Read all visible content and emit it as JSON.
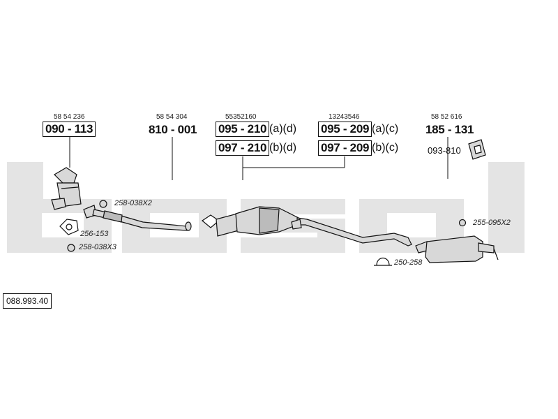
{
  "reference": "088.993.40",
  "watermark": "bosal",
  "parts": {
    "p1": {
      "oem": "58 54 236",
      "number": "090 - 113"
    },
    "p2": {
      "oem": "58 54 304",
      "number": "810 - 001"
    },
    "p3": {
      "oem": "55352160",
      "number_a": "095 - 210",
      "suffix_a": "(a)(d)",
      "number_b": "097 - 210",
      "suffix_b": "(b)(d)"
    },
    "p4": {
      "oem": "13243546",
      "number_a": "095 - 209",
      "suffix_a": "(a)(c)",
      "number_b": "097 - 209",
      "suffix_b": "(b)(c)"
    },
    "p5": {
      "oem": "58 52 616",
      "number": "185 - 131"
    },
    "p6": {
      "number": "093-810"
    }
  },
  "callouts": {
    "c1": "258-038X2",
    "c2": "256-153",
    "c3": "258-038X3",
    "c4": "250-258",
    "c5": "255-095X2"
  },
  "colors": {
    "watermark": "#e4e4e4",
    "line": "#111111",
    "part_fill": "#d8d8d8"
  }
}
